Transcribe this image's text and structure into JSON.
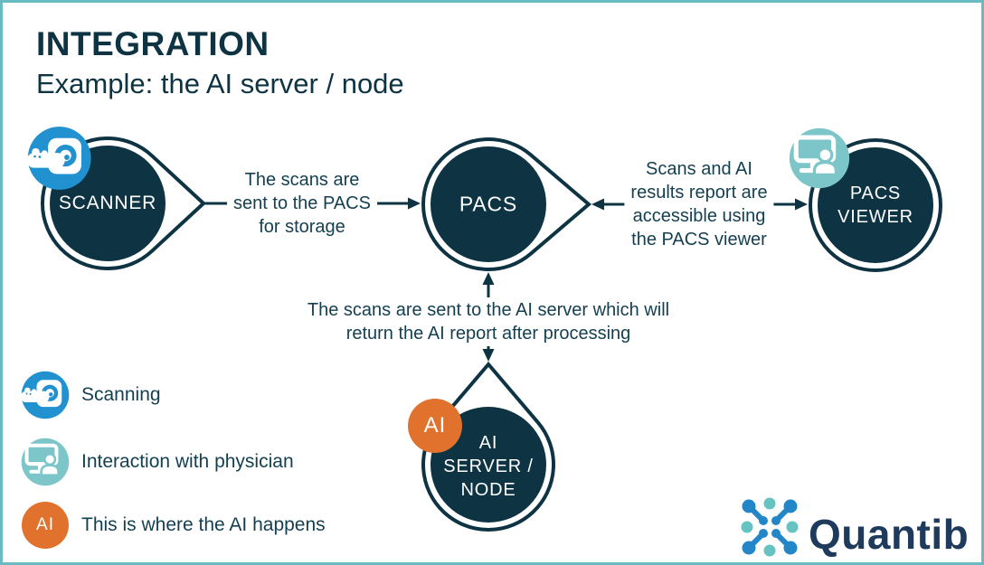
{
  "header": {
    "title": "INTEGRATION",
    "subtitle": "Example: the AI server / node"
  },
  "nodes": {
    "scanner": {
      "label": "SCANNER",
      "badge_icon": "mri-scanner-icon"
    },
    "pacs": {
      "label": "PACS"
    },
    "viewer": {
      "lines": [
        "PACS",
        "VIEWER"
      ],
      "badge_icon": "monitor-physician-icon"
    },
    "ai": {
      "lines": [
        "AI",
        "SERVER /",
        "NODE"
      ],
      "badge": "AI",
      "badge_icon": "ai-circle-badge"
    }
  },
  "annotations": {
    "scan_to_pacs": {
      "lines": [
        "The scans are",
        "sent to the PACS",
        "for storage"
      ]
    },
    "pacs_to_viewer": {
      "lines": [
        "Scans and AI",
        "results report are",
        "accessible using",
        "the PACS viewer"
      ]
    },
    "pacs_to_ai": {
      "lines": [
        "The scans are sent to the AI server which will",
        "return the AI report after processing"
      ]
    }
  },
  "legend": {
    "items": [
      {
        "icon": "mri-scanner-icon",
        "label": "Scanning"
      },
      {
        "icon": "monitor-physician-icon",
        "label": "Interaction with physician"
      },
      {
        "icon": "ai-circle-badge",
        "badge": "AI",
        "label": "This is where the AI happens"
      }
    ]
  },
  "logo": {
    "wordmark": "Quantib"
  },
  "colors": {
    "navy": "#0e3444",
    "body_text": "#133f50",
    "badge_blue": "#2191d0",
    "badge_teal": "#7cc6c9",
    "badge_orange": "#e1722d",
    "border_teal": "#69bbc2",
    "logo_blue": "#2386c9",
    "logo_teal": "#67c3c1",
    "logo_navy": "#1e3a5c"
  }
}
